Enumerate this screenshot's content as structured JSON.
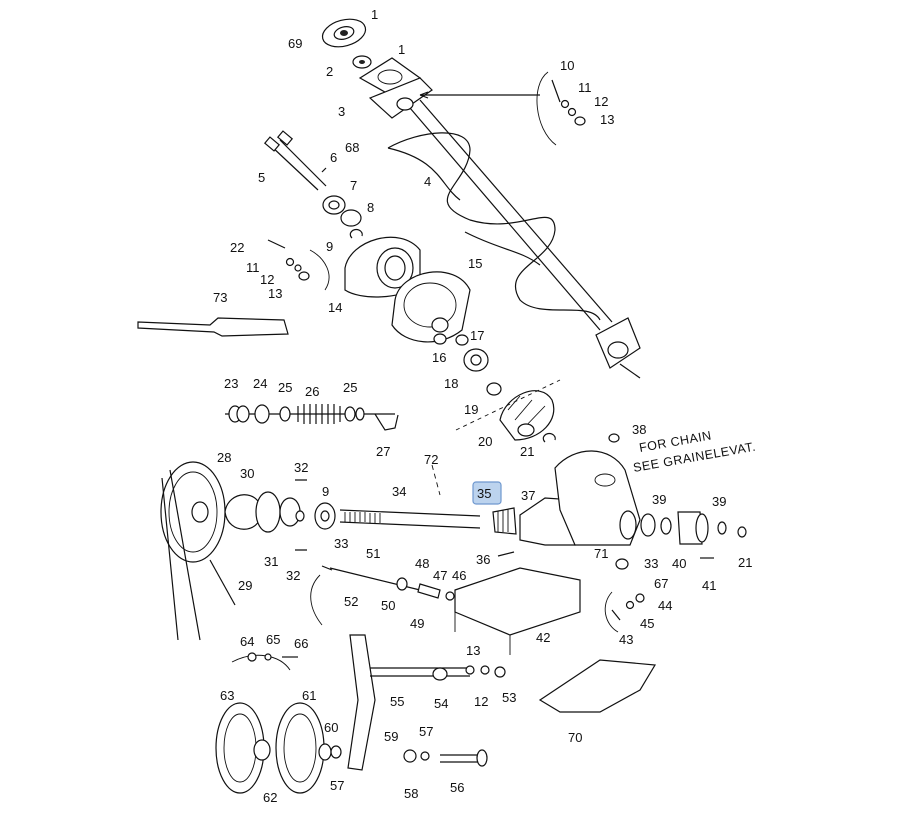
{
  "diagram": {
    "notes": {
      "line1": "FOR CHAIN",
      "line2": "SEE GRAINELEVAT."
    },
    "highlight_label": "35",
    "labels": {
      "p1a": "1",
      "p1b": "1",
      "p2": "2",
      "p3": "3",
      "p4": "4",
      "p5": "5",
      "p6": "6",
      "p7": "7",
      "p8": "8",
      "p9a": "9",
      "p9b": "9",
      "p10": "10",
      "p11a": "11",
      "p11b": "11",
      "p12a": "12",
      "p12b": "12",
      "p12c": "12",
      "p13a": "13",
      "p13b": "13",
      "p13c": "13",
      "p14": "14",
      "p15": "15",
      "p16": "16",
      "p17": "17",
      "p18": "18",
      "p19": "19",
      "p20": "20",
      "p21a": "21",
      "p21b": "21",
      "p22": "22",
      "p23": "23",
      "p24": "24",
      "p25a": "25",
      "p25b": "25",
      "p26": "26",
      "p27": "27",
      "p28": "28",
      "p29": "29",
      "p30": "30",
      "p31": "31",
      "p32a": "32",
      "p32b": "32",
      "p33a": "33",
      "p33b": "33",
      "p34": "34",
      "p35": "35",
      "p36": "36",
      "p37": "37",
      "p38": "38",
      "p39a": "39",
      "p39b": "39",
      "p40": "40",
      "p41": "41",
      "p42": "42",
      "p43": "43",
      "p44": "44",
      "p45": "45",
      "p46": "46",
      "p47": "47",
      "p48": "48",
      "p49": "49",
      "p50": "50",
      "p51": "51",
      "p52": "52",
      "p53": "53",
      "p54": "54",
      "p55": "55",
      "p56": "56",
      "p57a": "57",
      "p57b": "57",
      "p58": "58",
      "p59": "59",
      "p60": "60",
      "p61": "61",
      "p62": "62",
      "p63": "63",
      "p64": "64",
      "p65": "65",
      "p66": "66",
      "p67": "67",
      "p68": "68",
      "p69": "69",
      "p70": "70",
      "p71": "71",
      "p72": "72",
      "p73": "73"
    }
  }
}
